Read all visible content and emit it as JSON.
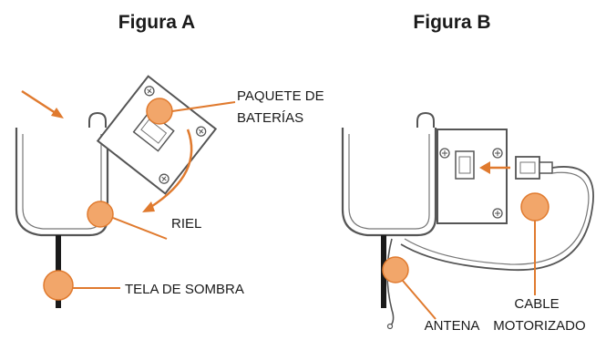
{
  "figures": {
    "a": {
      "title": "Figura A",
      "labels": {
        "battery_pack_line1": "PAQUETE DE",
        "battery_pack_line2": "BATERÍAS",
        "rail": "RIEL",
        "shade_fabric": "TELA DE SOMBRA"
      }
    },
    "b": {
      "title": "Figura B",
      "labels": {
        "cable_line1": "CABLE",
        "cable_line2": "MOTORIZADO",
        "antenna": "ANTENA"
      }
    }
  },
  "colors": {
    "accent": "#E07A2E",
    "marker_fill": "#F2A66A",
    "line": "#555555",
    "fabric": "#1a1a1a"
  }
}
